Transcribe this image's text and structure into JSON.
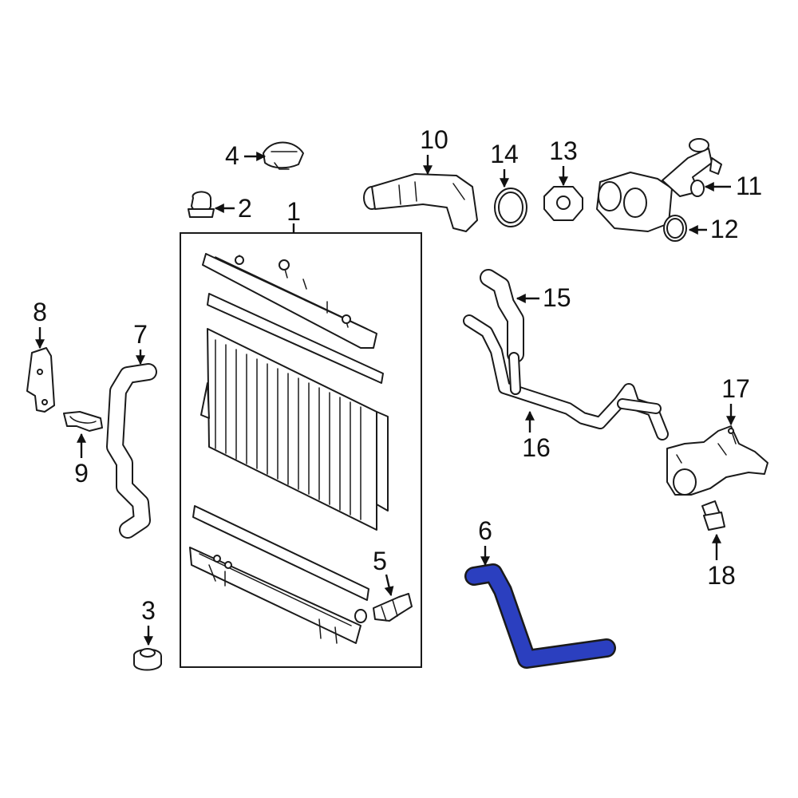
{
  "highlight_color": "#2b3fbf",
  "outline_color": "#1a1a1a",
  "callouts": {
    "c1": "1",
    "c2": "2",
    "c3": "3",
    "c4": "4",
    "c5": "5",
    "c6": "6",
    "c7": "7",
    "c8": "8",
    "c9": "9",
    "c10": "10",
    "c11": "11",
    "c12": "12",
    "c13": "13",
    "c14": "14",
    "c15": "15",
    "c16": "16",
    "c17": "17",
    "c18": "18"
  }
}
